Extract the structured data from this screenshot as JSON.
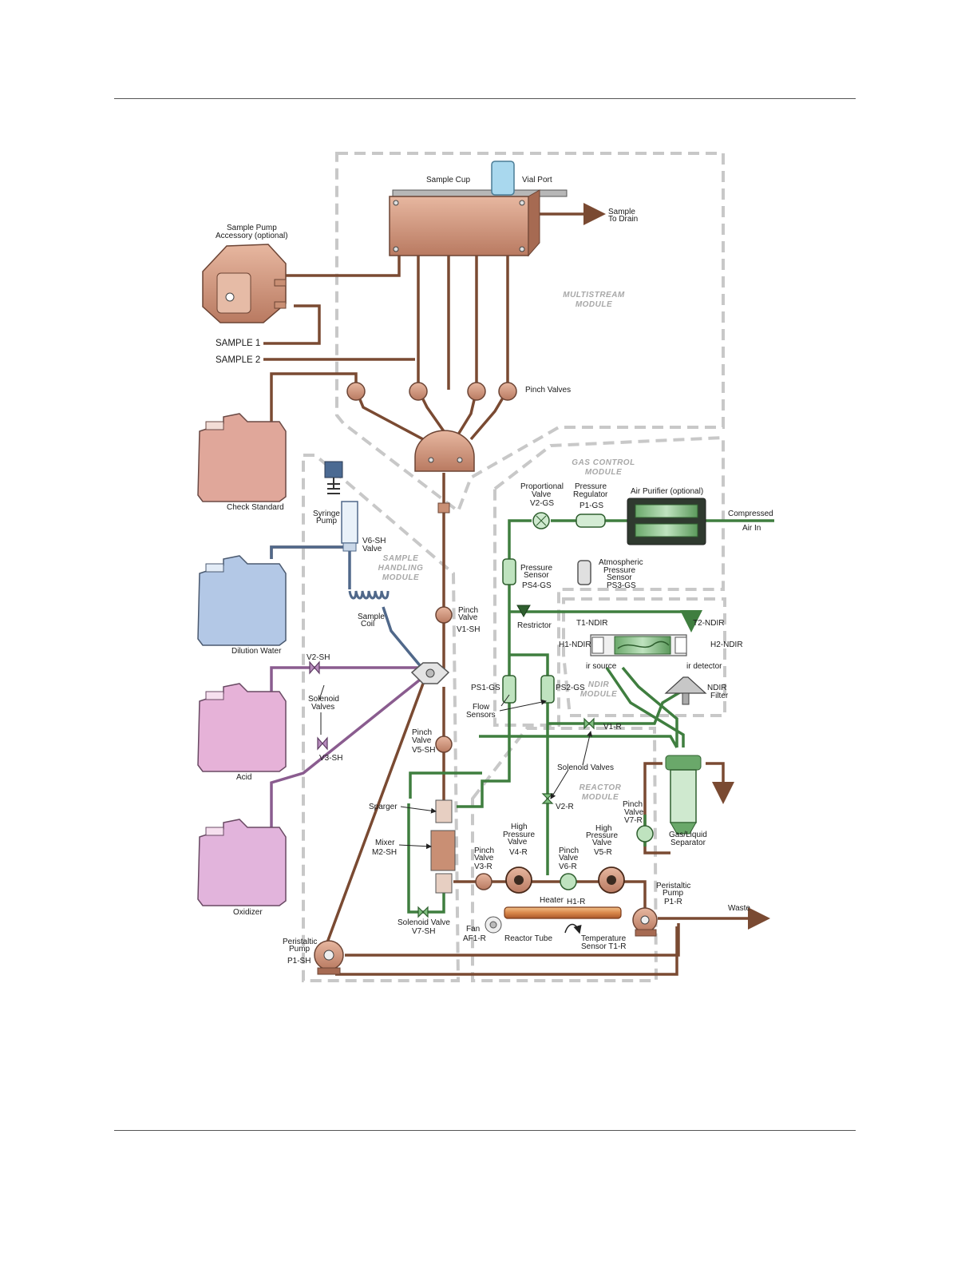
{
  "colors": {
    "copper": "#c98f74",
    "pipe_brown": "#7a4a32",
    "pipe_green": "#3f7e3f",
    "pipe_purple": "#8a5c8f",
    "pipe_blue": "#50688a",
    "module_border": "#c8c8c8",
    "check_standard": "#e0a79a",
    "dilution_water": "#b3c8e6",
    "acid": "#e6b2d8",
    "oxidizer": "#e2b4dc"
  },
  "modules": {
    "multistream": [
      "MULTISTREAM",
      "MODULE"
    ],
    "gas_control": [
      "GAS CONTROL",
      "MODULE"
    ],
    "sample_handling": [
      "SAMPLE",
      "HANDLING",
      "MODULE"
    ],
    "ndir": [
      "NDIR",
      "MODULE"
    ],
    "reactor": [
      "REACTOR",
      "MODULE"
    ]
  },
  "labels": {
    "sample_cup": "Sample Cup",
    "vial_port": "Vial Port",
    "sample_to_drain": [
      "Sample",
      "To Drain"
    ],
    "sample_pump_accessory": [
      "Sample Pump",
      "Accessory (optional)"
    ],
    "sample_1": "SAMPLE 1",
    "sample_2": "SAMPLE 2",
    "pinch_valves": "Pinch Valves",
    "check_standard": "Check Standard",
    "syringe_pump": [
      "Syringe",
      "Pump"
    ],
    "v6_sh": [
      "V6-SH",
      "Valve"
    ],
    "dilution_water": "Dilution Water",
    "sample_coil": [
      "Sample",
      "Coil"
    ],
    "v2_sh": "V2-SH",
    "solenoid_valves_sh": [
      "Solenoid",
      "Valves"
    ],
    "v3_sh": "V3-SH",
    "acid": "Acid",
    "oxidizer": "Oxidizer",
    "pinch_valve_v1_sh": [
      "Pinch",
      "Valve",
      "V1-SH"
    ],
    "pinch_valve_v5_sh": [
      "Pinch",
      "Valve",
      "V5-SH"
    ],
    "sparger": "Sparger",
    "mixer": [
      "Mixer",
      "M2-SH"
    ],
    "solenoid_valve_v7_sh": [
      "Solenoid Valve",
      "V7-SH"
    ],
    "peristaltic_pump_p1_sh": [
      "Peristaltic",
      "Pump",
      "P1-SH"
    ],
    "proportional_valve": [
      "Proportional",
      "Valve",
      "V2-GS"
    ],
    "pressure_regulator": [
      "Pressure",
      "Regulator",
      "P1-GS"
    ],
    "air_purifier": "Air Purifier (optional)",
    "compressed_air_in": [
      "Compressed",
      "Air In"
    ],
    "pressure_sensor_ps4": [
      "Pressure",
      "Sensor",
      "PS4-GS"
    ],
    "atmospheric_pressure_sensor": [
      "Atmospheric",
      "Pressure",
      "Sensor",
      "PS3-GS"
    ],
    "restrictor": "Restrictor",
    "t1_ndir": "T1-NDIR",
    "t2_ndir": "T2-NDIR",
    "h1_ndir": "H1-NDIR",
    "h2_ndir": "H2-NDIR",
    "ir_source": "ir source",
    "ir_detector": "ir detector",
    "ndir_filter": [
      "NDIR",
      "Filter"
    ],
    "ps1_gs": "PS1-GS",
    "ps2_gs": "PS2-GS",
    "flow_sensors": [
      "Flow",
      "Sensors"
    ],
    "v1_r": "V1-R",
    "solenoid_valves_r": "Solenoid Valves",
    "v2_r": "V2-R",
    "high_pressure_valve_v4": [
      "High",
      "Pressure",
      "Valve",
      "V4-R"
    ],
    "high_pressure_valve_v5": [
      "High",
      "Pressure",
      "Valve",
      "V5-R"
    ],
    "pinch_valve_v3_r": [
      "Pinch",
      "Valve",
      "V3-R"
    ],
    "pinch_valve_v6_r": [
      "Pinch",
      "Valve",
      "V6-R"
    ],
    "pinch_valve_v7_r": [
      "Pinch",
      "Valve",
      "V7-R"
    ],
    "gas_liquid_separator": [
      "Gas/Liquid",
      "Separator"
    ],
    "heater": "Heater",
    "h1_r": "H1-R",
    "fan": [
      "Fan",
      "AF1-R"
    ],
    "reactor_tube": "Reactor Tube",
    "temperature_sensor": [
      "Temperature",
      "Sensor  T1-R"
    ],
    "peristaltic_pump_p1_r": [
      "Peristaltic",
      "Pump",
      "P1-R"
    ],
    "waste": "Waste"
  }
}
